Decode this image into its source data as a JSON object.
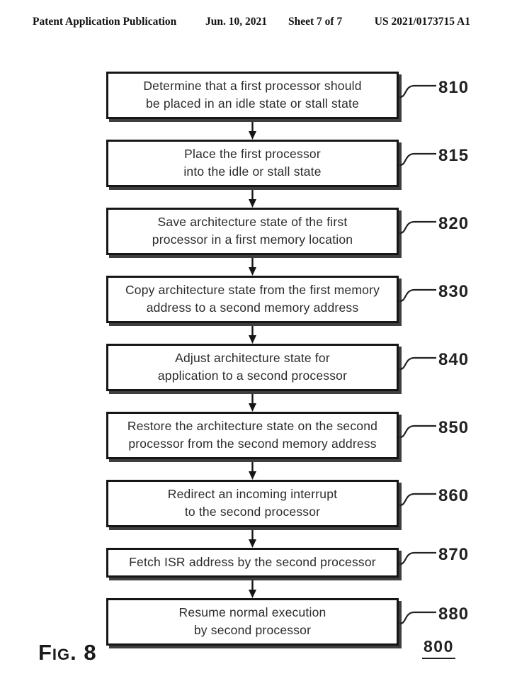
{
  "page": {
    "header": {
      "publication": "Patent Application Publication",
      "date": "Jun. 10, 2021",
      "sheet": "Sheet 7 of 7",
      "patent_number": "US 2021/0173715 A1"
    },
    "footer": {
      "figure_label": "Fig. 8",
      "diagram_ref": "800"
    }
  },
  "flowchart": {
    "type": "vertical-flow",
    "steps": [
      {
        "id": "810",
        "lines": [
          "Determine that a first processor should",
          "be placed in an idle state or stall state"
        ]
      },
      {
        "id": "815",
        "lines": [
          "Place the first processor",
          "into the idle or stall state"
        ]
      },
      {
        "id": "820",
        "lines": [
          "Save architecture state of the first",
          "processor in a first memory location"
        ]
      },
      {
        "id": "830",
        "lines": [
          "Copy architecture state from the first memory",
          "address to a second memory address"
        ]
      },
      {
        "id": "840",
        "lines": [
          "Adjust architecture state for",
          "application to a second processor"
        ]
      },
      {
        "id": "850",
        "lines": [
          "Restore the architecture state on the second",
          "processor from the second memory address"
        ]
      },
      {
        "id": "860",
        "lines": [
          "Redirect an incoming interrupt",
          "to the second processor"
        ]
      },
      {
        "id": "870",
        "lines": [
          "Fetch ISR address by the second processor"
        ]
      },
      {
        "id": "880",
        "lines": [
          "Resume normal execution",
          "by second processor"
        ]
      }
    ],
    "colors": {
      "box_border": "#161616",
      "box_shadow": "#3f3f3f",
      "text": "#2b2b2b"
    }
  }
}
